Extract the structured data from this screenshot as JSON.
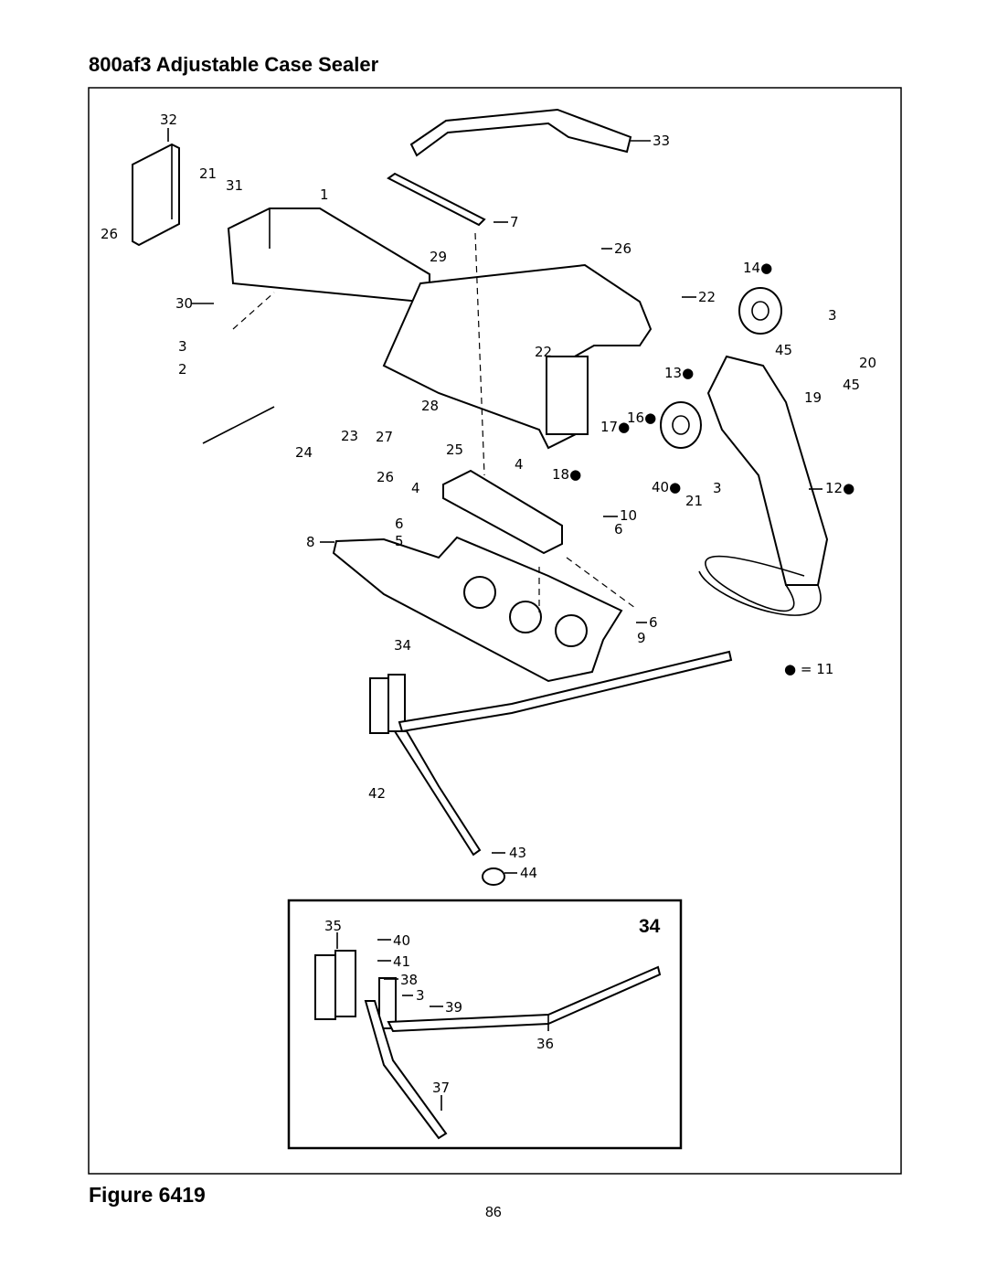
{
  "header": {
    "title": "800af3 Adjustable Case Sealer"
  },
  "figure": {
    "caption": "Figure 6419"
  },
  "footer": {
    "page_number": "86"
  },
  "legend": {
    "text": "● = 11"
  },
  "inset": {
    "number": "34"
  },
  "callouts": {
    "c32": "32",
    "c33": "33",
    "c21a": "21",
    "c31": "31",
    "c1": "1",
    "c26a": "26",
    "c7": "7",
    "c29": "29",
    "c26b": "26",
    "c14": "14●",
    "c30": "30",
    "c22a": "22",
    "c3a": "3",
    "c3b": "3",
    "c2": "2",
    "c22b": "22",
    "c45a": "45",
    "c20": "20",
    "c13": "13●",
    "c19": "19",
    "c45b": "45",
    "c28": "28",
    "c16": "16●",
    "c17": "17●",
    "c23": "23",
    "c27": "27",
    "c24": "24",
    "c25": "25",
    "c26c": "26",
    "c4a": "4",
    "c4b": "4",
    "c18": "18●",
    "c40a": "40●",
    "c21b": "21",
    "c3c": "3",
    "c12": "12●",
    "c6a": "6",
    "c10": "10",
    "c6b": "6",
    "c5": "5",
    "c8": "8",
    "c6c": "6",
    "c9": "9",
    "c34": "34",
    "c42": "42",
    "c43": "43",
    "c44": "44",
    "c35": "35",
    "c40b": "40",
    "c41": "41",
    "c38": "38",
    "c3d": "3",
    "c39": "39",
    "c36": "36",
    "c37": "37"
  }
}
